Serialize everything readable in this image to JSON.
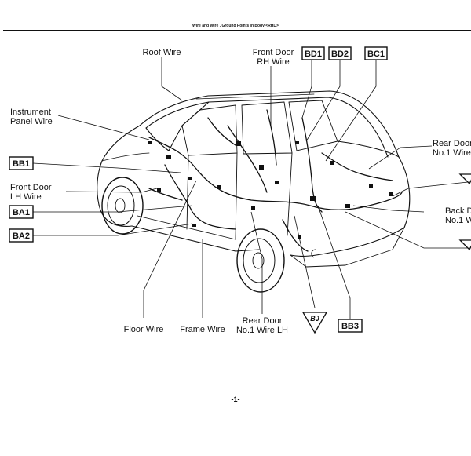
{
  "page_header": "Wire and Wire , Ground Points in Body <RHD>",
  "page_number": "-1-",
  "labels": {
    "roof_wire": "Roof Wire",
    "front_door_rh_l1": "Front Door",
    "front_door_rh_l2": "RH Wire",
    "instrument_l1": "Instrument",
    "instrument_l2": "Panel Wire",
    "front_door_lh_l1": "Front Door",
    "front_door_lh_l2": "LH Wire",
    "rear_door_rh_l1": "Rear Door",
    "rear_door_rh_l2": "No.1 Wire",
    "back_door_l1": "Back D",
    "back_door_l2": "No.1 W",
    "floor_wire": "Floor Wire",
    "frame_wire": "Frame Wire",
    "rear_door_lh_l1": "Rear Door",
    "rear_door_lh_l2": "No.1 Wire LH"
  },
  "connectors": {
    "bd1": "BD1",
    "bd2": "BD2",
    "bc1": "BC1",
    "bb1": "BB1",
    "ba1": "BA1",
    "ba2": "BA2",
    "bb3": "BB3"
  },
  "ground_points": {
    "bj": "BJ"
  }
}
